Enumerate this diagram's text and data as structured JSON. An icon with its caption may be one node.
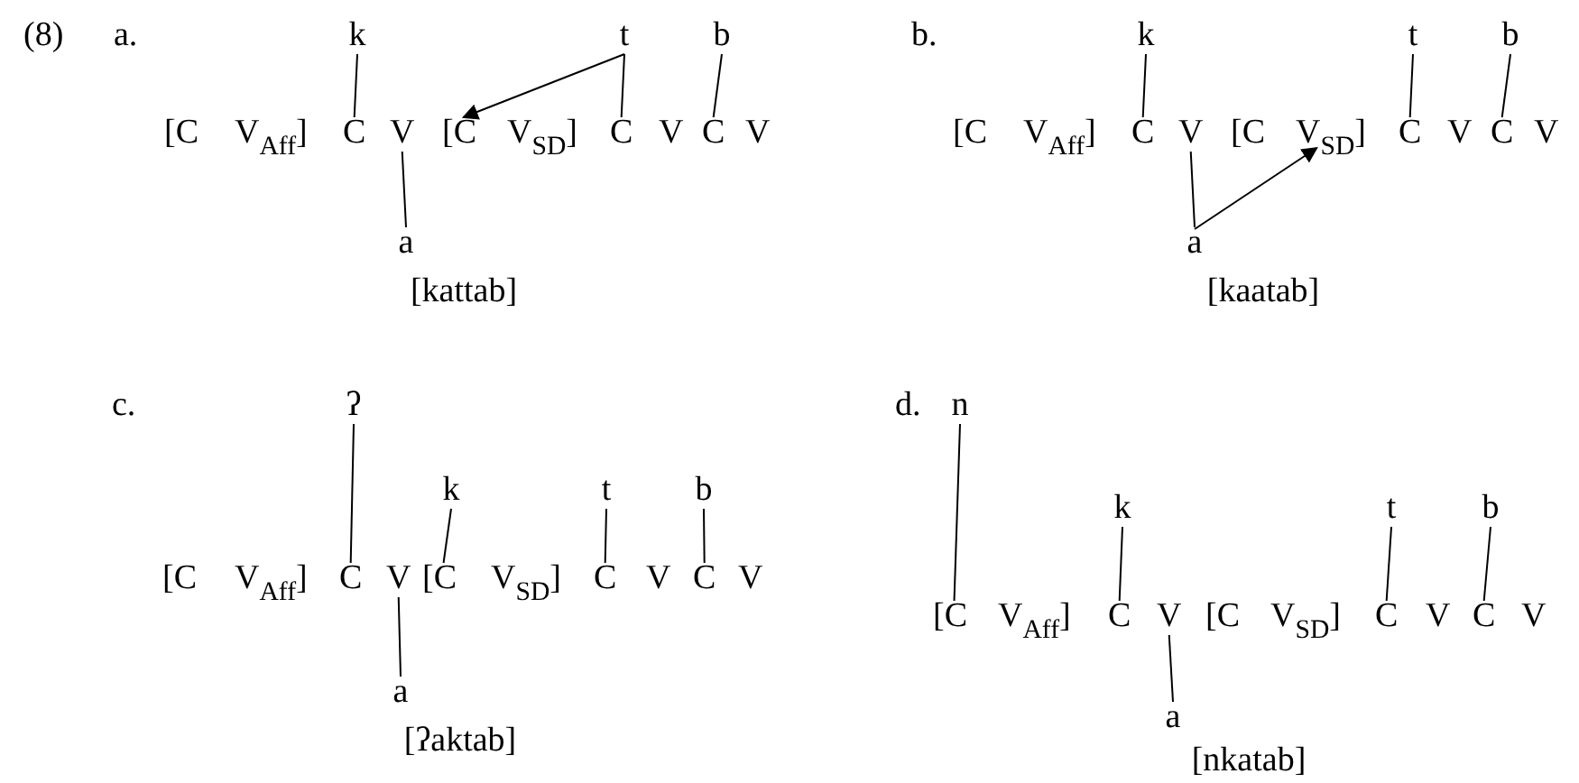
{
  "diagram": {
    "nodes": [
      {
        "text": [
          "k"
        ]
      },
      {
        "text": [
          "t"
        ]
      },
      {
        "text": [
          "b"
        ]
      },
      {
        "text": [
          "[C"
        ]
      },
      {
        "text": [
          "V$_{Aff}$]"
        ]
      },
      {
        "text": [
          "C"
        ]
      },
      {
        "text": [
          "V"
        ]
      },
      {
        "text": [
          "[C"
        ]
      },
      {
        "text": [
          "V$_{SD}$]"
        ]
      },
      {
        "text": [
          "C"
        ]
      },
      {
        "text": [
          "V"
        ]
      },
      {
        "text": [
          "C"
        ]
      },
      {
        "text": [
          "V"
        ]
      },
      {
        "text": [
          "a"
        ]
      },
      {
        "text": [
          "k"
        ]
      },
      {
        "text": [
          "t"
        ]
      },
      {
        "text": [
          "b"
        ]
      },
      {
        "text": [
          "[C"
        ]
      },
      {
        "text": [
          "V$_{Aff}$]"
        ]
      },
      {
        "text": [
          "C"
        ]
      },
      {
        "text": [
          "V"
        ]
      },
      {
        "text": [
          "[C"
        ]
      },
      {
        "text": [
          "V$_{SD}$]"
        ]
      },
      {
        "text": [
          "C"
        ]
      },
      {
        "text": [
          "V"
        ]
      },
      {
        "text": [
          "C"
        ]
      },
      {
        "text": [
          "V"
        ]
      },
      {
        "text": [
          "a"
        ]
      },
      {
        "text": [
          "ʔ"
        ]
      },
      {
        "text": [
          "k"
        ]
      },
      {
        "text": [
          "t"
        ]
      },
      {
        "text": [
          "b"
        ]
      },
      {
        "text": [
          "[C"
        ]
      },
      {
        "text": [
          "V$_{Aff}$]"
        ]
      },
      {
        "text": [
          "C"
        ]
      },
      {
        "text": [
          "V"
        ]
      },
      {
        "text": [
          "[C"
        ]
      },
      {
        "text": [
          "V$_{SD}$]"
        ]
      },
      {
        "text": [
          "C"
        ]
      },
      {
        "text": [
          "V"
        ]
      },
      {
        "text": [
          "C"
        ]
      },
      {
        "text": [
          "V"
        ]
      },
      {
        "text": [
          "a"
        ]
      },
      {
        "text": [
          "n"
        ]
      },
      {
        "text": [
          "k"
        ]
      },
      {
        "text": [
          "t"
        ]
      },
      {
        "text": [
          "b"
        ]
      },
      {
        "text": [
          "[C"
        ]
      },
      {
        "text": [
          "V$_{Aff}$]"
        ]
      },
      {
        "text": [
          "C"
        ]
      },
      {
        "text": [
          "V"
        ]
      },
      {
        "text": [
          "[C"
        ]
      },
      {
        "text": [
          "V$_{SD}$]"
        ]
      },
      {
        "text": [
          "C"
        ]
      },
      {
        "text": [
          "V"
        ]
      },
      {
        "text": [
          "C"
        ]
      },
      {
        "text": [
          "V"
        ]
      },
      {
        "text": [
          "a"
        ]
      }
    ],
    "edges": [
      {
        "from": 0,
        "to": 5,
        "arrow": "none"
      },
      {
        "from": 1,
        "to": 9,
        "arrow": "none"
      },
      {
        "from": 2,
        "to": 11,
        "arrow": "none"
      },
      {
        "from": 6,
        "to": 13,
        "arrow": "none"
      },
      {
        "from": 1,
        "to": 7,
        "arrow": "to"
      },
      {
        "from": 14,
        "to": 19,
        "arrow": "none"
      },
      {
        "from": 15,
        "to": 23,
        "arrow": "none"
      },
      {
        "from": 16,
        "to": 25,
        "arrow": "none"
      },
      {
        "from": 20,
        "to": 27,
        "arrow": "none"
      },
      {
        "from": 27,
        "to": 22,
        "arrow": "to"
      },
      {
        "from": 28,
        "to": 34,
        "arrow": "none"
      },
      {
        "from": 29,
        "to": 36,
        "arrow": "none"
      },
      {
        "from": 30,
        "to": 38,
        "arrow": "none"
      },
      {
        "from": 31,
        "to": 40,
        "arrow": "none"
      },
      {
        "from": 35,
        "to": 42,
        "arrow": "none"
      },
      {
        "from": 43,
        "to": 47,
        "arrow": "none"
      },
      {
        "from": 44,
        "to": 49,
        "arrow": "none"
      },
      {
        "from": 45,
        "to": 53,
        "arrow": "none"
      },
      {
        "from": 46,
        "to": 55,
        "arrow": "none"
      },
      {
        "from": 50,
        "to": 57,
        "arrow": "none"
      }
    ],
    "labels": [
      "(8)",
      "a.",
      "[kattab]",
      "b.",
      "[kaatab]",
      "c.",
      "[ʔaktab]",
      "d.",
      "[nkatab]"
    ]
  }
}
